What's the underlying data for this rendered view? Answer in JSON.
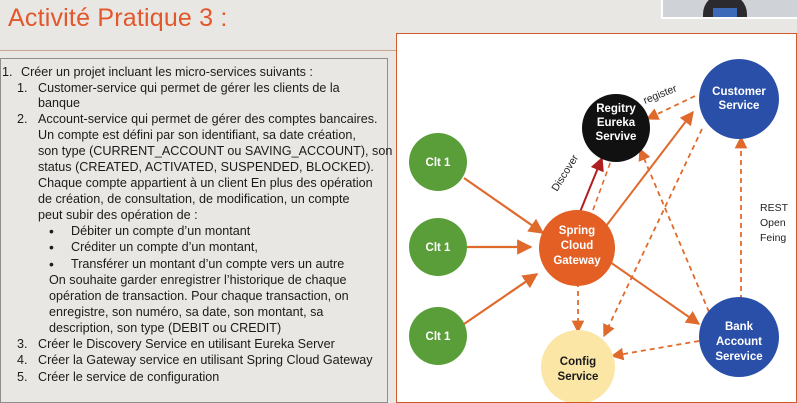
{
  "slide": {
    "title": "Activité Pratique 3 :"
  },
  "content": {
    "lines": [
      {
        "num": "1.",
        "text": "Créer un projet incluant les micro-services suivants :"
      },
      {
        "num": "1.",
        "text": "Customer-service qui permet de gérer les clients de la"
      },
      {
        "num": "",
        "text": "banque"
      },
      {
        "num": "2.",
        "text": "Account-service qui permet de gérer des comptes bancaires."
      },
      {
        "num": "",
        "text": "Un compte est défini par son identifiant, sa date création,"
      },
      {
        "num": "",
        "text": "son type (CURRENT_ACCOUNT ou SAVING_ACCOUNT), son"
      },
      {
        "num": "",
        "text": "status (CREATED, ACTIVATED, SUSPENDED, BLOCKED)."
      },
      {
        "num": "",
        "text": "Chaque compte appartient à un client  En plus des opération"
      },
      {
        "num": "",
        "text": "de création, de consultation, de modification, un compte"
      },
      {
        "num": "",
        "text": "peut subir des opération de :"
      },
      {
        "num": "•",
        "text": "Débiter un compte d’un montant"
      },
      {
        "num": "•",
        "text": "Créditer un compte d’un montant,"
      },
      {
        "num": "•",
        "text": "Transférer un montant d’un compte vers un autre"
      },
      {
        "num": "",
        "text": "On souhaite garder enregistrer l’historique de chaque"
      },
      {
        "num": "",
        "text": "opération de transaction. Pour chaque transaction, on"
      },
      {
        "num": "",
        "text": "enregistre, son numéro, sa date, son montant, sa"
      },
      {
        "num": "",
        "text": "description, son type (DEBIT ou CREDIT)"
      },
      {
        "num": "3.",
        "text": "Créer le Discovery Service en utilisant Eureka Server"
      },
      {
        "num": "4.",
        "text": "Créer la Gateway service en utilisant Spring Cloud Gateway"
      },
      {
        "num": "5.",
        "text": "Créer le service de configuration"
      }
    ]
  },
  "diagram": {
    "nodes": {
      "registry": [
        "Regitry",
        "Eureka",
        "Servive"
      ],
      "customer": [
        "Customer",
        "Service"
      ],
      "clt1a": [
        "Clt 1"
      ],
      "clt1b": [
        "Clt 1"
      ],
      "clt1c": [
        "Clt 1"
      ],
      "gateway": [
        "Spring",
        "Cloud",
        "Gateway"
      ],
      "bank": [
        "Bank",
        "Account",
        "Serevice"
      ],
      "config": [
        "Config",
        "Service"
      ]
    },
    "edge_labels": {
      "register": "register",
      "discover": "Discover",
      "rest": [
        "REST",
        "Open",
        "Feing"
      ]
    },
    "colors": {
      "accent": "#e2572b",
      "client_green": "#5a9e3a",
      "gateway_orange": "#e35f23",
      "service_blue": "#2a4fa8",
      "registry_black": "#111111",
      "config_yellow": "#fbe6a6",
      "arrow_orange": "#e06a2c",
      "arrow_red": "#b01f1f"
    }
  }
}
